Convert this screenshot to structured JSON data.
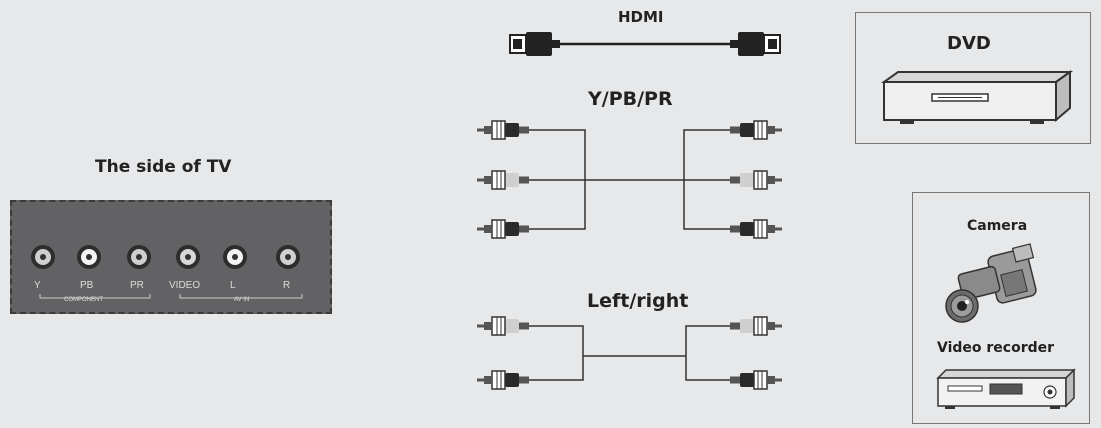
{
  "tv": {
    "title": "The side of TV",
    "ports": [
      "Y",
      "PB",
      "PR",
      "VIDEO",
      "L",
      "R"
    ],
    "component_label": "COMPONENT",
    "av_in_label": "AV IN"
  },
  "cables": {
    "hdmi": "HDMI",
    "component": "Y/PB/PR",
    "audio": "Left/right"
  },
  "devices": {
    "dvd": "DVD",
    "camera": "Camera",
    "recorder": "Video recorder"
  }
}
